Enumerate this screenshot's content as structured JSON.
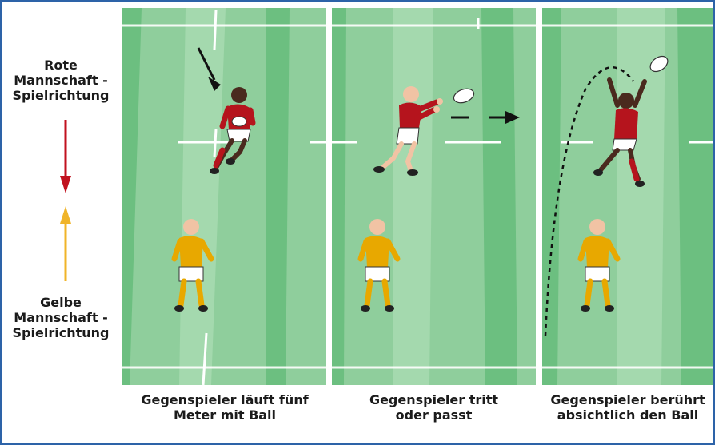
{
  "labels": {
    "red_direction": [
      "Rote",
      "Mannschaft -",
      "Spielrichtung"
    ],
    "yellow_direction": [
      "Gelbe",
      "Mannschaft -",
      "Spielrichtung"
    ]
  },
  "panels": [
    {
      "caption": [
        "Gegenspieler läuft fünf",
        "Meter mit Ball"
      ]
    },
    {
      "caption": [
        "Gegenspieler tritt",
        "oder passt"
      ]
    },
    {
      "caption": [
        "Gegenspieler berührt",
        "absichtlich den Ball"
      ]
    }
  ],
  "colors": {
    "frame": "#2d63a8",
    "grass_light": "#8fce9c",
    "grass_dark": "#6cbf80",
    "red_team": "#b5141d",
    "yellow_team": "#e8a800",
    "red_arrow": "#c1121f",
    "yellow_arrow": "#f0b429"
  },
  "icons": [
    "direction-arrow-down-icon",
    "direction-arrow-up-icon",
    "run-arrow-icon",
    "pass-arrow-icon",
    "kick-trajectory-icon",
    "rugby-ball-icon"
  ]
}
